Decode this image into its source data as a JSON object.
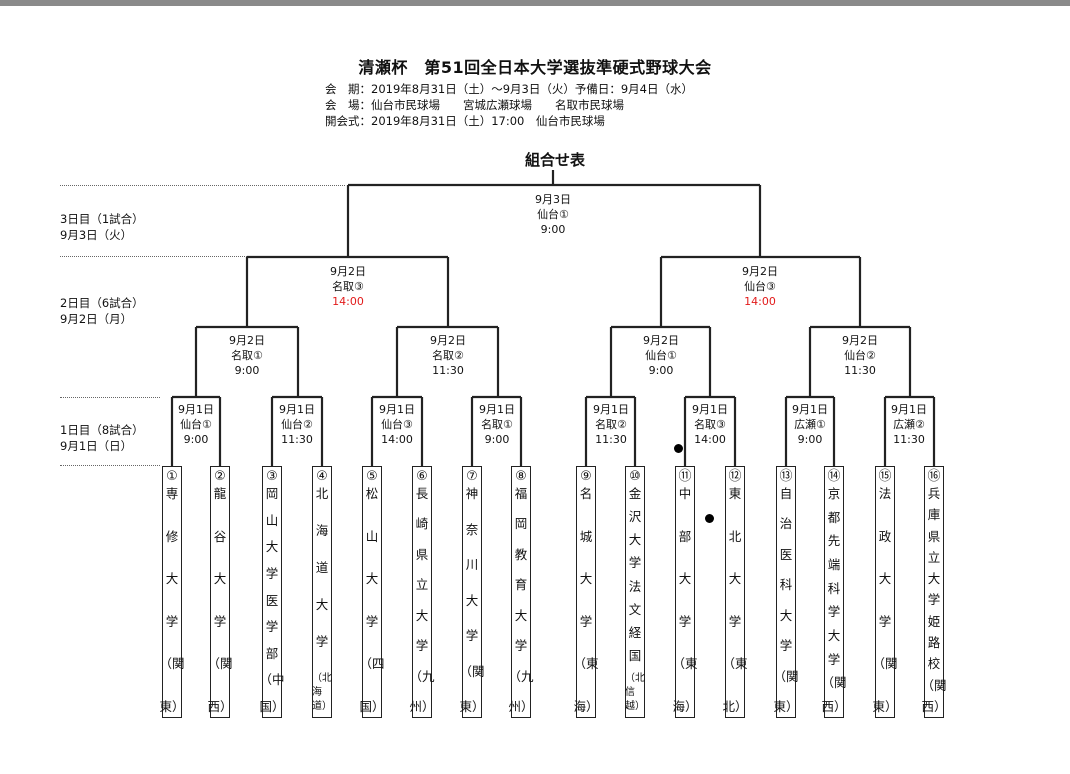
{
  "title": "清瀬杯　第51回全日本大学選抜準硬式野球大会",
  "info": {
    "period": "会　期：2019年8月31日（土）～9月3日（火）予備日：9月4日（水）",
    "venue": "会　場：仙台市民球場　　宮城広瀬球場　　名取市民球場",
    "opening": "開会式：2019年8月31日（土）17:00　仙台市民球場"
  },
  "subtitle": "組合せ表",
  "rounds": [
    {
      "name": "3日目（1試合）",
      "date": "9月3日（火）"
    },
    {
      "name": "2日目（6試合）",
      "date": "9月2日（月）"
    },
    {
      "name": "1日目（8試合）",
      "date": "9月1日（日）"
    }
  ],
  "matches": {
    "final": {
      "date": "9月3日",
      "venue": "仙台①",
      "time": "9:00"
    },
    "semi": [
      {
        "date": "9月2日",
        "venue": "名取③",
        "time": "14:00"
      },
      {
        "date": "9月2日",
        "venue": "仙台③",
        "time": "14:00"
      }
    ],
    "quarter": [
      {
        "date": "9月2日",
        "venue": "名取①",
        "time": "9:00"
      },
      {
        "date": "9月2日",
        "venue": "名取②",
        "time": "11:30"
      },
      {
        "date": "9月2日",
        "venue": "仙台①",
        "time": "9:00"
      },
      {
        "date": "9月2日",
        "venue": "仙台②",
        "time": "11:30"
      }
    ],
    "first": [
      {
        "date": "9月1日",
        "venue": "仙台①",
        "time": "9:00"
      },
      {
        "date": "9月1日",
        "venue": "仙台②",
        "time": "11:30"
      },
      {
        "date": "9月1日",
        "venue": "仙台③",
        "time": "14:00"
      },
      {
        "date": "9月1日",
        "venue": "名取①",
        "time": "9:00"
      },
      {
        "date": "9月1日",
        "venue": "名取②",
        "time": "11:30"
      },
      {
        "date": "9月1日",
        "venue": "名取③",
        "time": "14:00"
      },
      {
        "date": "9月1日",
        "venue": "広瀬①",
        "time": "9:00"
      },
      {
        "date": "9月1日",
        "venue": "広瀬②",
        "time": "11:30"
      }
    ]
  },
  "colors": {
    "highlight_time": "#e21a1a",
    "line": "#222222"
  },
  "teams": [
    {
      "num": "①",
      "name": [
        "専",
        "修",
        "大",
        "学",
        "（関",
        "東）"
      ]
    },
    {
      "num": "②",
      "name": [
        "龍",
        "谷",
        "大",
        "学",
        "（関",
        "西）"
      ]
    },
    {
      "num": "③",
      "name": [
        "岡",
        "山",
        "大",
        "学",
        "医",
        "学",
        "部",
        "（中",
        "国）"
      ]
    },
    {
      "num": "④",
      "name": [
        "北",
        "海",
        "道",
        "大",
        "学",
        "（北海道）"
      ]
    },
    {
      "num": "⑤",
      "name": [
        "松",
        "山",
        "大",
        "学",
        "（四",
        "国）"
      ]
    },
    {
      "num": "⑥",
      "name": [
        "長",
        "崎",
        "県",
        "立",
        "大",
        "学",
        "（九",
        "州）"
      ]
    },
    {
      "num": "⑦",
      "name": [
        "神",
        "奈",
        "川",
        "大",
        "学",
        "（関",
        "東）"
      ]
    },
    {
      "num": "⑧",
      "name": [
        "福",
        "岡",
        "教",
        "育",
        "大",
        "学",
        "（九",
        "州）"
      ]
    },
    {
      "num": "⑨",
      "name": [
        "名",
        "城",
        "大",
        "学",
        "（東",
        "海）"
      ]
    },
    {
      "num": "⑩",
      "name": [
        "金",
        "沢",
        "大",
        "学",
        "法",
        "文",
        "経",
        "国",
        "（北信越）"
      ]
    },
    {
      "num": "⑪",
      "name": [
        "中",
        "部",
        "大",
        "学",
        "（東",
        "海）"
      ]
    },
    {
      "num": "⑫",
      "name": [
        "東",
        "北",
        "大",
        "学",
        "（東",
        "北）"
      ]
    },
    {
      "num": "⑬",
      "name": [
        "自",
        "治",
        "医",
        "科",
        "大",
        "学",
        "（関",
        "東）"
      ]
    },
    {
      "num": "⑭",
      "name": [
        "京",
        "都",
        "先",
        "端",
        "科",
        "学",
        "大",
        "学",
        "（関",
        "西）"
      ]
    },
    {
      "num": "⑮",
      "name": [
        "法",
        "政",
        "大",
        "学",
        "（関",
        "東）"
      ]
    },
    {
      "num": "⑯",
      "name": [
        "兵",
        "庫",
        "県",
        "立",
        "大",
        "学",
        "姫",
        "路",
        "校",
        "（関",
        "西）"
      ]
    }
  ]
}
